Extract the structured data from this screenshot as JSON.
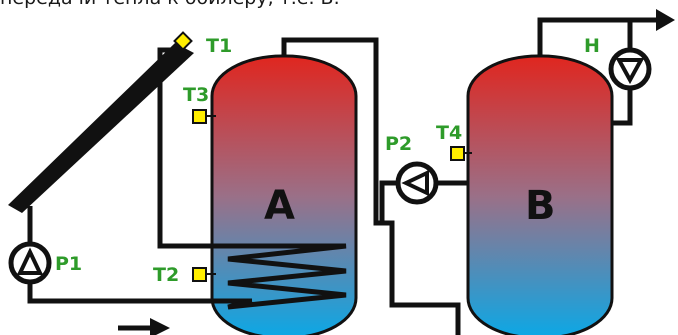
{
  "caption": "передачи тепла к бойлеру, т.е. B.",
  "labels": {
    "t1": "T1",
    "t2": "T2",
    "t3": "T3",
    "t4": "T4",
    "p1": "P1",
    "p2": "P2",
    "h": "H",
    "tank_a": "A",
    "tank_b": "B"
  },
  "colors": {
    "hot": "#e0261f",
    "mid": "#9a7088",
    "cold": "#0ba8e6",
    "sensor": "#ffee00",
    "label_green": "#2e9b2a",
    "pipe": "#111111"
  },
  "icons": {
    "pump": "pump-circle-triangle",
    "sensor": "sensor-square",
    "collector": "solar-collector",
    "coil": "heat-exchanger-coil",
    "arrow": "flow-arrow"
  }
}
